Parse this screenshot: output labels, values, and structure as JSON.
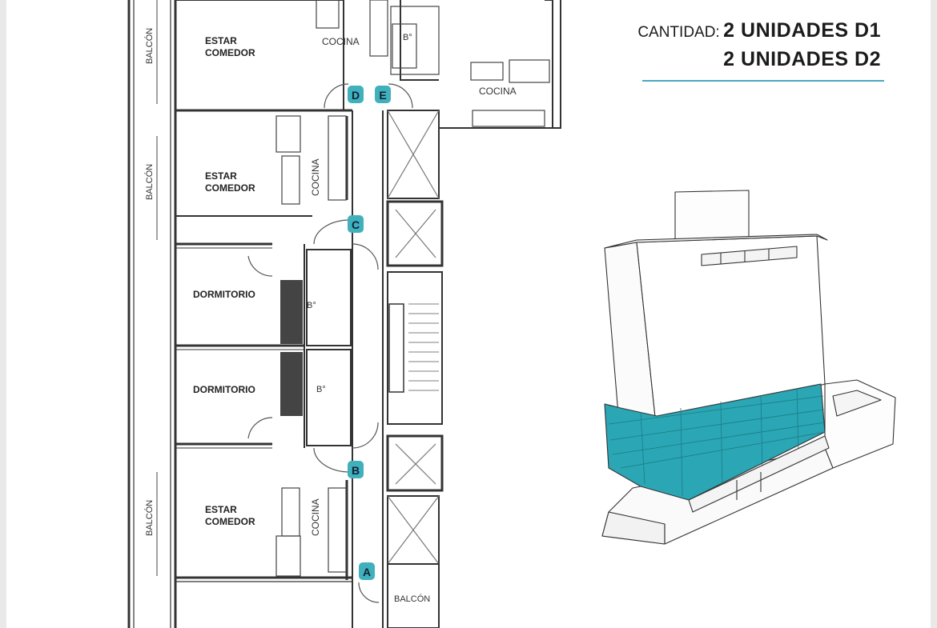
{
  "colors": {
    "accent": "#4aa7c0",
    "highlight": "#2aa6b4",
    "badge": "#3fb0bc"
  },
  "quantity": {
    "label": "CANTIDAD:",
    "line1": "2 UNIDADES D1",
    "line2": "2 UNIDADES D2"
  },
  "plan": {
    "balcony_top": "BALCÓN",
    "balcony_mid": "BALCÓN",
    "balcony_bottom": "BALCÓN",
    "balcony_lower_right": "BALCÓN",
    "living_top_1": "ESTAR",
    "living_top_2": "COMEDOR",
    "living_mid_1": "ESTAR",
    "living_mid_2": "COMEDOR",
    "living_bot_1": "ESTAR",
    "living_bot_2": "COMEDOR",
    "kitchen_top": "COCINA",
    "kitchen_right": "COCINA",
    "kitchen_mid": "COCINA",
    "kitchen_bot": "COCINA",
    "bedroom_1": "DORMITORIO",
    "bedroom_2": "DORMITORIO",
    "bath_top": "B°",
    "bath_1": "B°",
    "bath_2": "B°",
    "units": {
      "a": "A",
      "b": "B",
      "c": "C",
      "d": "D",
      "e": "E"
    }
  }
}
